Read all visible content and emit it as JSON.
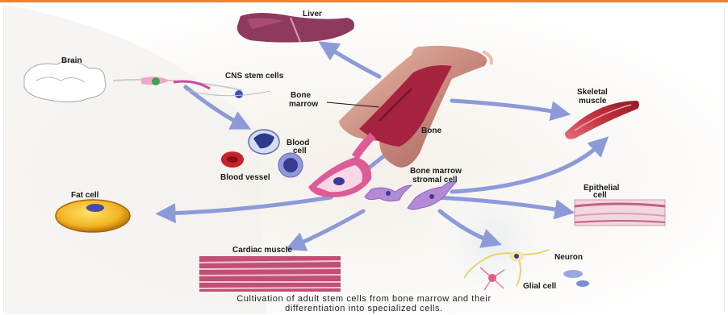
{
  "labels": {
    "liver": "Liver",
    "brain": "Brain",
    "cns_stem_cells": "CNS stem cells",
    "bone_marrow_line1": "Bone",
    "bone_marrow_line2": "marrow",
    "bone": "Bone",
    "skeletal_muscle_line1": "Skeletal",
    "skeletal_muscle_line2": "muscle",
    "blood_cell_line1": "Blood",
    "blood_cell_line2": "cell",
    "blood_vessel": "Blood vessel",
    "stromal_cell_line1": "Bone marrow",
    "stromal_cell_line2": "stromal cell",
    "fat_cell": "Fat cell",
    "epithelial_cell_line1": "Epithelial",
    "epithelial_cell_line2": "cell",
    "cardiac_muscle": "Cardiac muscle",
    "neuron": "Neuron",
    "glial_cell": "Glial cell"
  },
  "caption": {
    "line1": "Cultivation of adult stem cells from bone marrow and their",
    "line2": "differentiation into specialized cells."
  },
  "colors": {
    "accent_rule": "#e8843c",
    "arrow": "#8c9ad8",
    "bone": "#c98a7f",
    "marrow": "#a5233f",
    "liver": "#8e3a5e",
    "muscle": "#c4313d",
    "fat_cell": "#e7a21a"
  }
}
